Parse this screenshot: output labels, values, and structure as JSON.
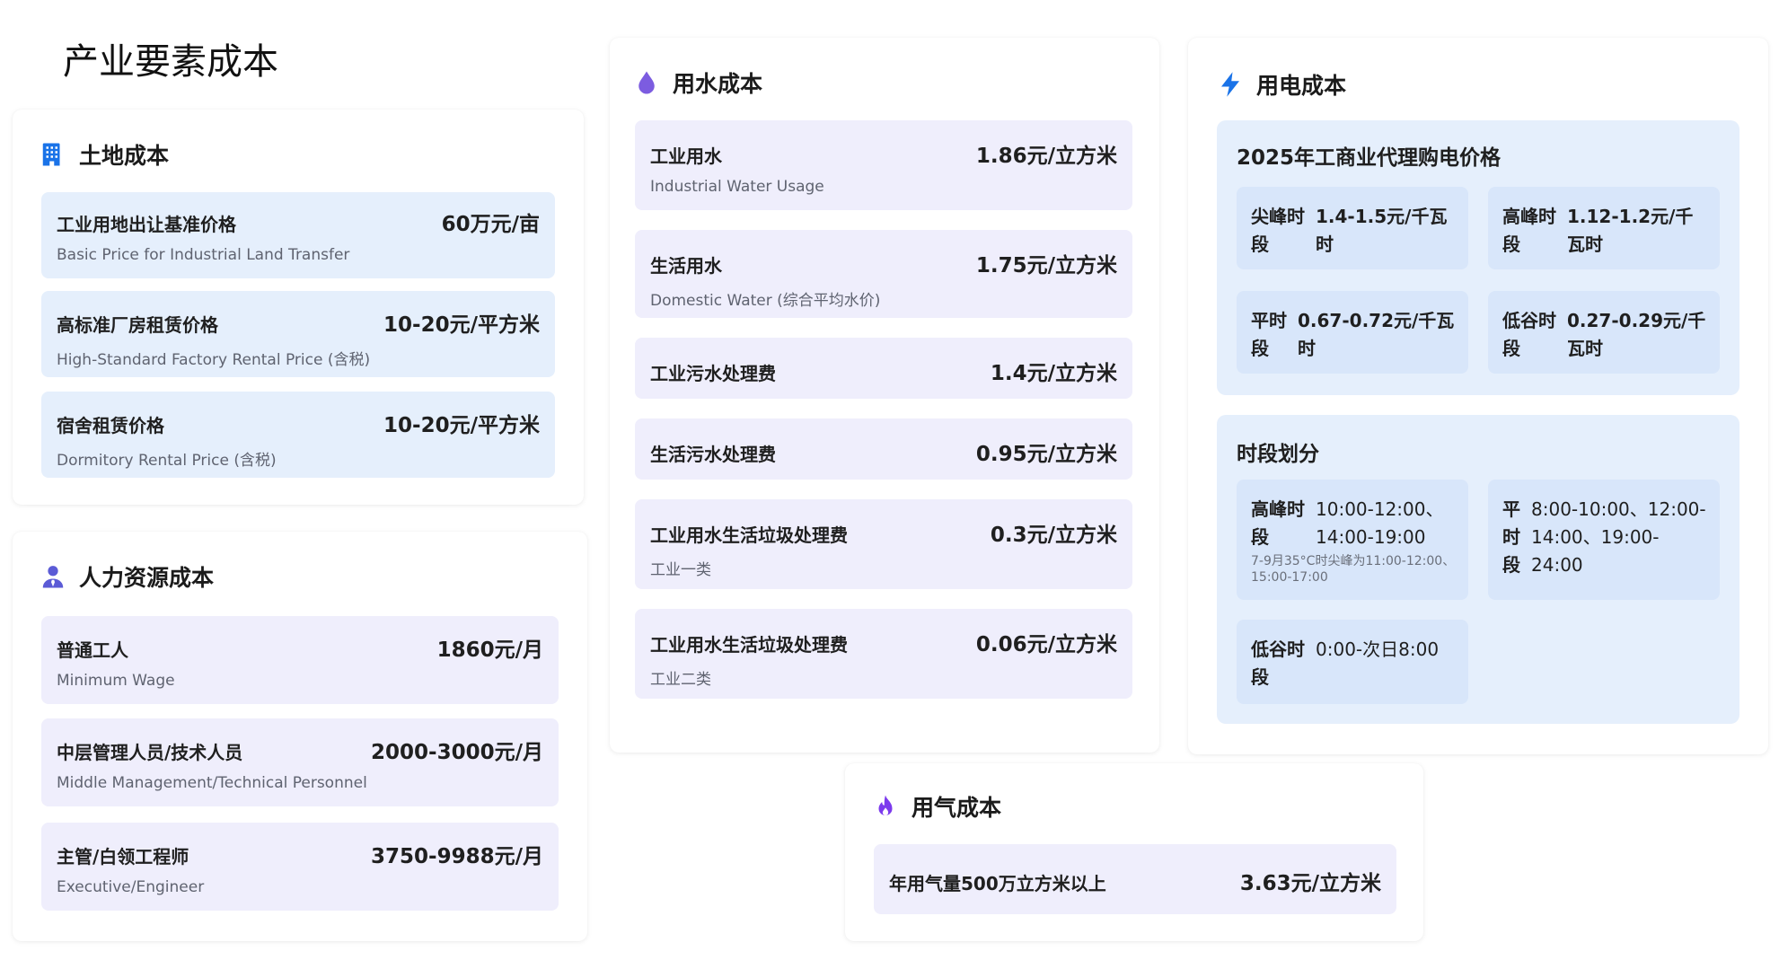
{
  "page_title": "产业要素成本",
  "colors": {
    "blue_row": "#e5effc",
    "lavender_row": "#efeefc",
    "land_icon": "#1a73e8",
    "hr_icon": "#5b5bd6",
    "water_icon": "#7c5ce0",
    "electric_icon": "#1a73e8",
    "gas_icon": "#7c3aed"
  },
  "land": {
    "title": "土地成本",
    "icon": "building-icon",
    "items": [
      {
        "label": "工业用地出让基准价格",
        "value": "60万元/亩",
        "sub": "Basic Price for Industrial Land Transfer"
      },
      {
        "label": "高标准厂房租赁价格",
        "value": "10-20元/平方米",
        "sub": "High-Standard Factory Rental Price (含税)"
      },
      {
        "label": "宿舍租赁价格",
        "value": "10-20元/平方米",
        "sub": "Dormitory Rental Price (含税)"
      }
    ]
  },
  "hr": {
    "title": "人力资源成本",
    "icon": "person-icon",
    "items": [
      {
        "label": "普通工人",
        "value": "1860元/月",
        "sub": "Minimum Wage"
      },
      {
        "label": "中层管理人员/技术人员",
        "value": "2000-3000元/月",
        "sub": "Middle Management/Technical Personnel"
      },
      {
        "label": "主管/白领工程师",
        "value": "3750-9988元/月",
        "sub": "Executive/Engineer"
      }
    ]
  },
  "water": {
    "title": "用水成本",
    "icon": "water-drop-icon",
    "items": [
      {
        "label": "工业用水",
        "value": "1.86元/立方米",
        "sub": "Industrial Water Usage"
      },
      {
        "label": "生活用水",
        "value": "1.75元/立方米",
        "sub": "Domestic Water (综合平均水价)"
      },
      {
        "label": "工业污水处理费",
        "value": "1.4元/立方米",
        "sub": ""
      },
      {
        "label": "生活污水处理费",
        "value": "0.95元/立方米",
        "sub": ""
      },
      {
        "label": "工业用水生活垃圾处理费",
        "value": "0.3元/立方米",
        "sub": "工业一类"
      },
      {
        "label": "工业用水生活垃圾处理费",
        "value": "0.06元/立方米",
        "sub": "工业二类"
      }
    ]
  },
  "electric": {
    "title": "用电成本",
    "icon": "lightning-icon",
    "price_title": "2025年工商业代理购电价格",
    "prices": [
      {
        "name": "尖峰时段",
        "value": "1.4-1.5元/千瓦时"
      },
      {
        "name": "高峰时段",
        "value": "1.12-1.2元/千瓦时"
      },
      {
        "name": "平时段",
        "value": "0.67-0.72元/千瓦时"
      },
      {
        "name": "低谷时段",
        "value": "0.27-0.29元/千瓦时"
      }
    ],
    "period_title": "时段划分",
    "periods": [
      {
        "name": "高峰时段",
        "value": "10:00-12:00、14:00-19:00",
        "note": "7-9月35°C时尖峰为11:00-12:00、15:00-17:00"
      },
      {
        "name": "平时段",
        "value": "8:00-10:00、12:00-14:00、19:00-24:00",
        "note": ""
      },
      {
        "name": "低谷时段",
        "value": "0:00-次日8:00",
        "note": ""
      }
    ]
  },
  "gas": {
    "title": "用气成本",
    "icon": "flame-icon",
    "items": [
      {
        "label": "年用气量500万立方米以上",
        "value": "3.63元/立方米"
      }
    ]
  }
}
